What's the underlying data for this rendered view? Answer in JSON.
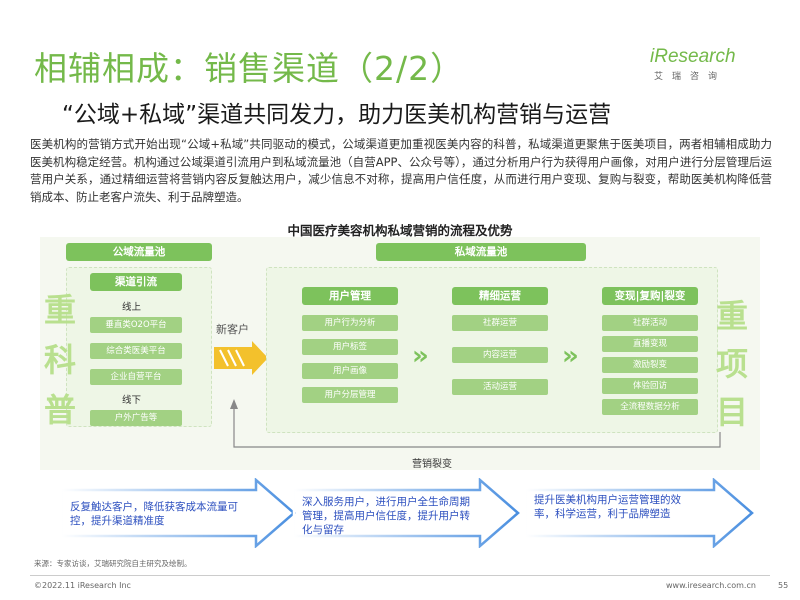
{
  "header": {
    "title": "相辅相成：销售渠道（2/2）",
    "subtitle": "“公域+私域”渠道共同发力，助力医美机构营销与运营",
    "logo_brand": "iResearch",
    "logo_sub": "艾瑞咨询"
  },
  "body": {
    "paragraph": "医美机构的营销方式开始出现“公域+私域”共同驱动的模式，公域渠道更加重视医美内容的科普，私域渠道更聚焦于医美项目，两者相辅相成助力医美机构稳定经营。机构通过公域渠道引流用户到私域流量池（自营APP、公众号等），通过分析用户行为获得用户画像，对用户进行分层管理后运营用户关系，通过精细运营将营销内容反复触达用户，减少信息不对称，提高用户信任度，从而进行用户变现、复购与裂变，帮助医美机构降低营销成本、防止老客户流失、利于品牌塑造。"
  },
  "diagram": {
    "title": "中国医疗美容机构私域营销的流程及优势",
    "public_pool": {
      "label": "公域流量池",
      "channel_label": "渠道引流",
      "online": "线上",
      "online_items": [
        "垂直类O2O平台",
        "综合类医美平台",
        "企业自营平台"
      ],
      "offline": "线下",
      "offline_items": [
        "户外广告等"
      ]
    },
    "private_pool": {
      "label": "私域流量池",
      "columns": [
        {
          "title": "用户管理",
          "items": [
            "用户行为分析",
            "用户标签",
            "用户画像",
            "用户分层管理"
          ]
        },
        {
          "title": "精细运营",
          "items": [
            "社群运营",
            "内容运营",
            "活动运营"
          ]
        },
        {
          "title": "变现|复购|裂变",
          "items": [
            "社群活动",
            "直播变现",
            "激励裂变",
            "体验回访",
            "全流程数据分析"
          ]
        }
      ]
    },
    "new_customer": "新客户",
    "marketing_split": "营销裂变",
    "left_big": [
      "重",
      "科",
      "普"
    ],
    "right_big": [
      "重",
      "项",
      "目"
    ]
  },
  "banners": [
    {
      "text": "反复触达客户，降低获客成本流量可控，提升渠道精准度"
    },
    {
      "text": "深入服务用户，进行用户全生命周期管理，提高用户信任度，提升用户转化与留存"
    },
    {
      "text": "提升医美机构用户运营管理的效率，科学运营，利于品牌塑造"
    }
  ],
  "footer": {
    "source": "来源：专家访谈，艾瑞研究院自主研究及绘制。",
    "copyright": "©2022.11 iResearch Inc",
    "website": "www.iresearch.com.cn",
    "page": "55"
  },
  "colors": {
    "accent_green": "#74b94a",
    "pill_green": "#7dc25c",
    "item_green": "#a2d183",
    "banner_blue": "#4a8fe0",
    "text_blue": "#2c4fbf"
  }
}
